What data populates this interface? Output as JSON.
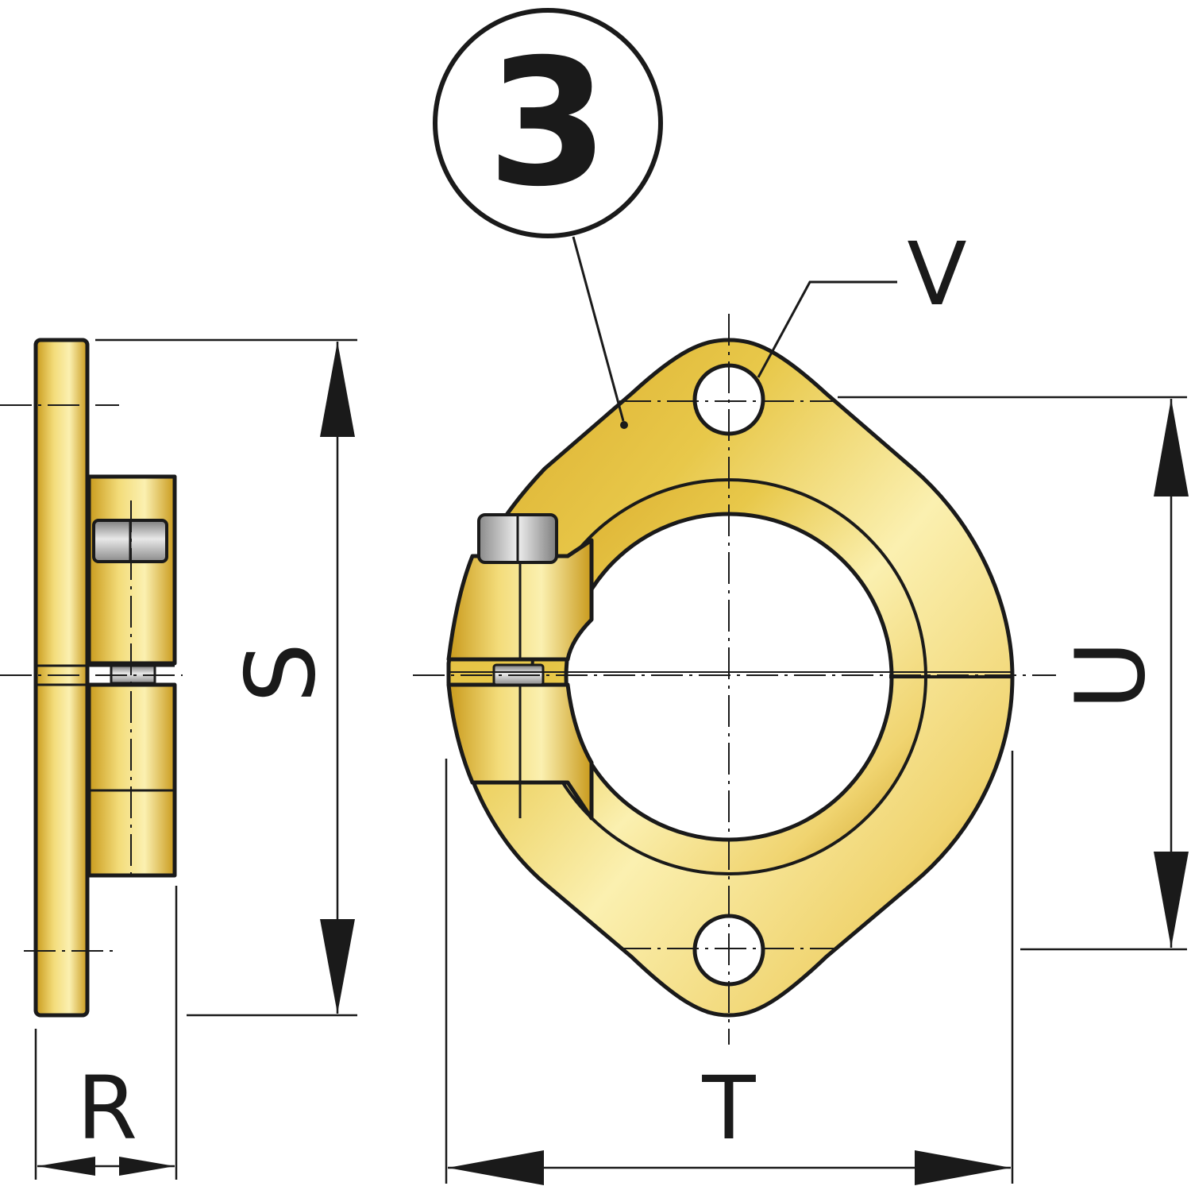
{
  "part_number": "3",
  "dimension_labels": {
    "S": "S",
    "R": "R",
    "T": "T",
    "U": "U",
    "V": "V"
  },
  "colors": {
    "brass_light": "#fbf0b0",
    "brass_mid": "#e8c84a",
    "brass_dark": "#c99a1c",
    "screw_light": "#e8e8e8",
    "screw_dark": "#7d7d7d",
    "line": "#1a1a1a"
  }
}
